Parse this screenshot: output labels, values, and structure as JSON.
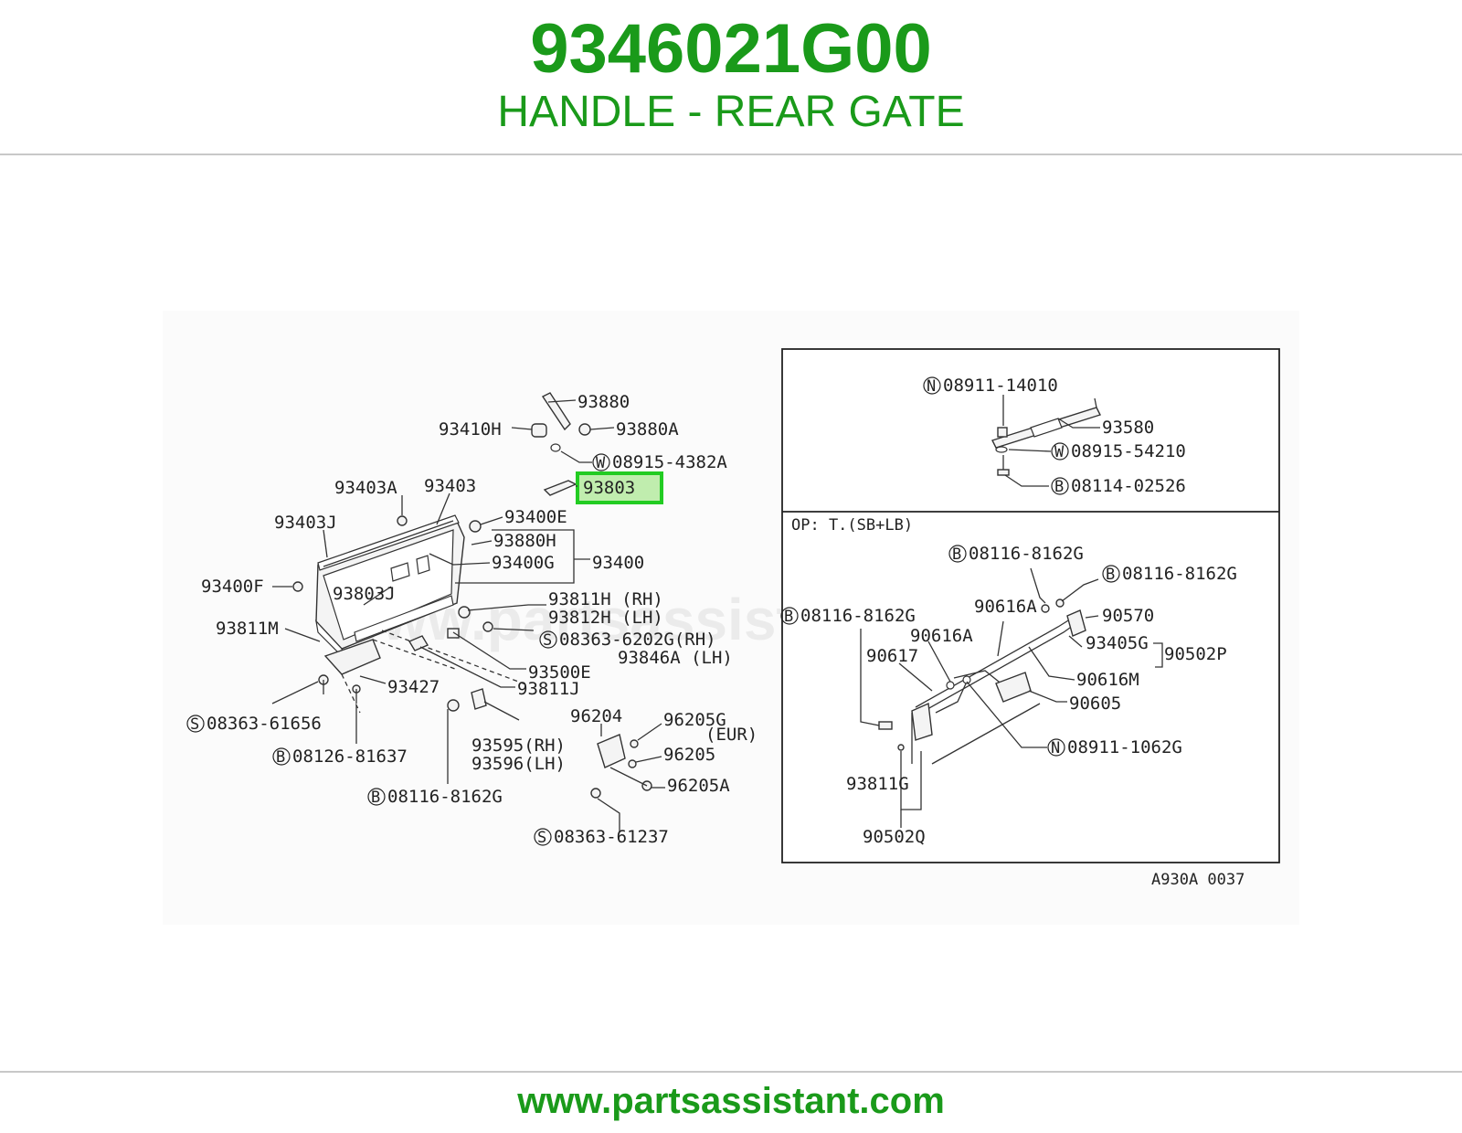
{
  "header": {
    "part_number": "9346021G00",
    "part_name": "HANDLE - REAR GATE"
  },
  "footer": {
    "url": "www.partsassistant.com"
  },
  "colors": {
    "brand_green": "#1a9a1a",
    "highlight_green": "#22cc22",
    "rule_gray": "#c8c8c8"
  },
  "diagram": {
    "watermark": "www.partsassistant.com",
    "code": "A930A 0037",
    "highlighted_part": "93803",
    "main_labels": {
      "l93880": "93880",
      "l93410H": "93410H",
      "l93880A": "93880A",
      "l08915_4382A": "08915-4382A",
      "l93803": "93803",
      "l93403A": "93403A",
      "l93403": "93403",
      "l93403J": "93403J",
      "l93400E": "93400E",
      "l93880H": "93880H",
      "l93400G": "93400G",
      "l93400": "93400",
      "l93400F": "93400F",
      "l93803J": "93803J",
      "l93811H": "93811H (RH)",
      "l93812H": "93812H (LH)",
      "l93811M": "93811M",
      "l08363_6202G": "08363-6202G(RH)",
      "l93846A": "93846A (LH)",
      "l93500E": "93500E",
      "l93427": "93427",
      "l93811J": "93811J",
      "l08363_61656": "08363-61656",
      "l08126_81637": "08126-81637",
      "l93595": "93595(RH)",
      "l93596": "93596(LH)",
      "l08116_8162G_main": "08116-8162G",
      "l96204": "96204",
      "l96205G": "96205G",
      "lEUR": "(EUR)",
      "l96205": "96205",
      "l96205A": "96205A",
      "l08363_61237": "08363-61237"
    },
    "inset_top_labels": {
      "l08911_14010": "08911-14010",
      "l93580": "93580",
      "l08915_54210": "08915-54210",
      "l08114_02526": "08114-02526"
    },
    "inset_bottom_labels": {
      "op": "OP: T.(SB+LB)",
      "l08116_a": "08116-8162G",
      "l08116_b": "08116-8162G",
      "l08116_c": "08116-8162G",
      "l90616A_a": "90616A",
      "l90570": "90570",
      "l90616A_b": "90616A",
      "l93405G": "93405G",
      "l90502P": "90502P",
      "l90617": "90617",
      "l90616M": "90616M",
      "l90605": "90605",
      "l08911_1062G": "08911-1062G",
      "l93811G": "93811G",
      "l90502Q": "90502Q"
    },
    "symbols": {
      "S": "S",
      "B": "B",
      "W": "W",
      "N": "N"
    }
  }
}
